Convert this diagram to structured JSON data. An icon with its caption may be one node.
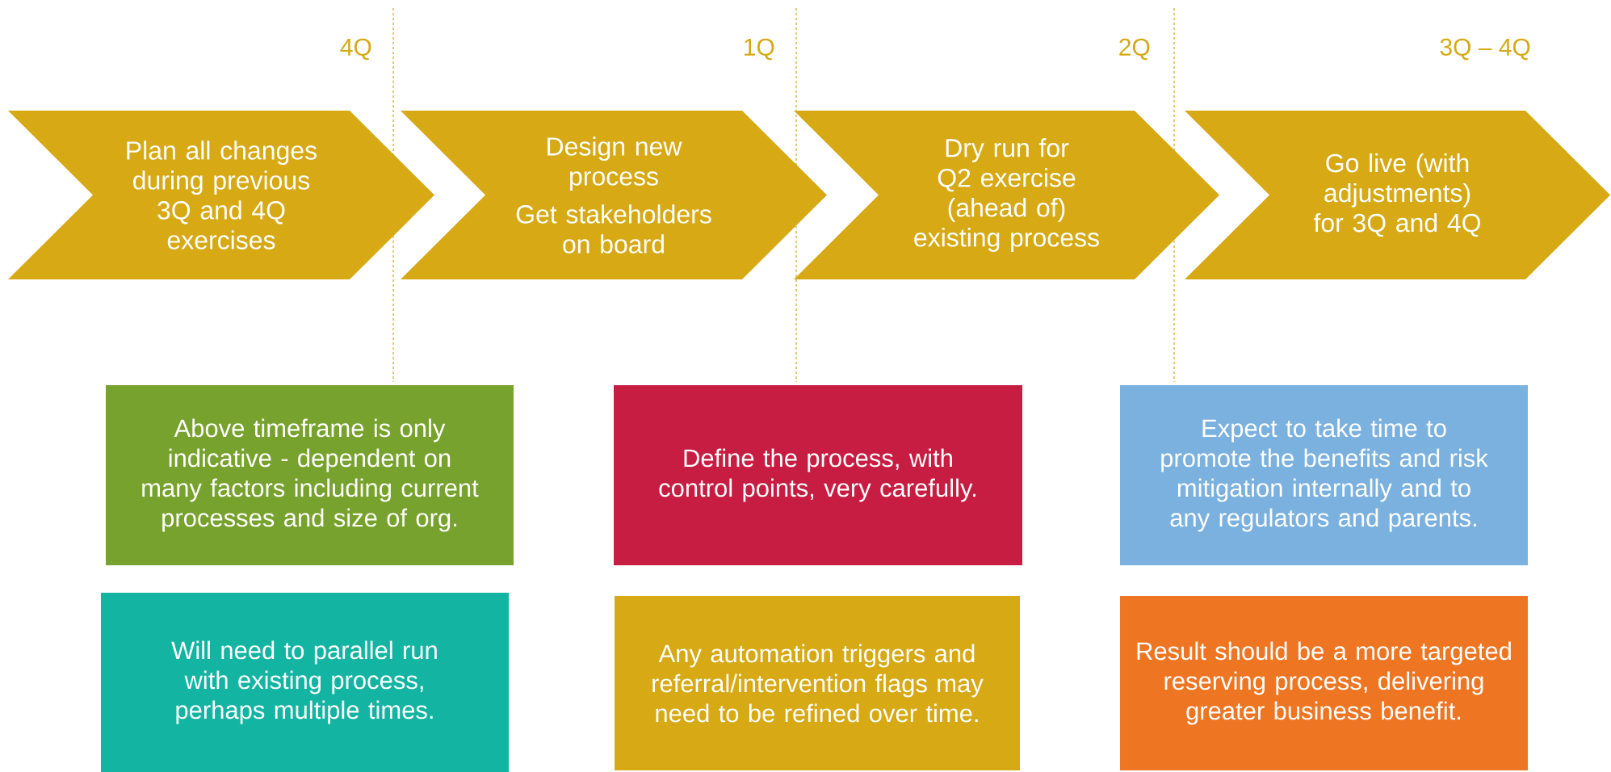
{
  "diagram": {
    "nodes": [
      {
        "text": [
          "Plan all changes during previous 3Q and 4Q exercises"
        ]
      },
      {
        "text": [
          "Design new process",
          "Get stakeholders on board"
        ]
      },
      {
        "text": [
          "Dry run for Q2 exercise (ahead of) existing process"
        ]
      },
      {
        "text": [
          "Go live (with adjustments) for 3Q and 4Q"
        ]
      },
      {
        "text": [
          "Above timeframe is only indicative - dependent on many factors including current processes and size of org."
        ]
      },
      {
        "text": [
          "Will need to parallel run with existing process, perhaps multiple times."
        ]
      },
      {
        "text": [
          "Define the process, with control points, very carefully."
        ]
      },
      {
        "text": [
          "Any automation triggers and referral/intervention flags may need to be refined over time."
        ]
      },
      {
        "text": [
          "Expect to take time to promote the benefits and risk mitigation internally and to any regulators and parents."
        ]
      },
      {
        "text": [
          "Result should be a more targeted reserving process, delivering greater business benefit."
        ]
      }
    ],
    "labels": [
      "4Q",
      "1Q",
      "2Q",
      "3Q – 4Q"
    ]
  }
}
